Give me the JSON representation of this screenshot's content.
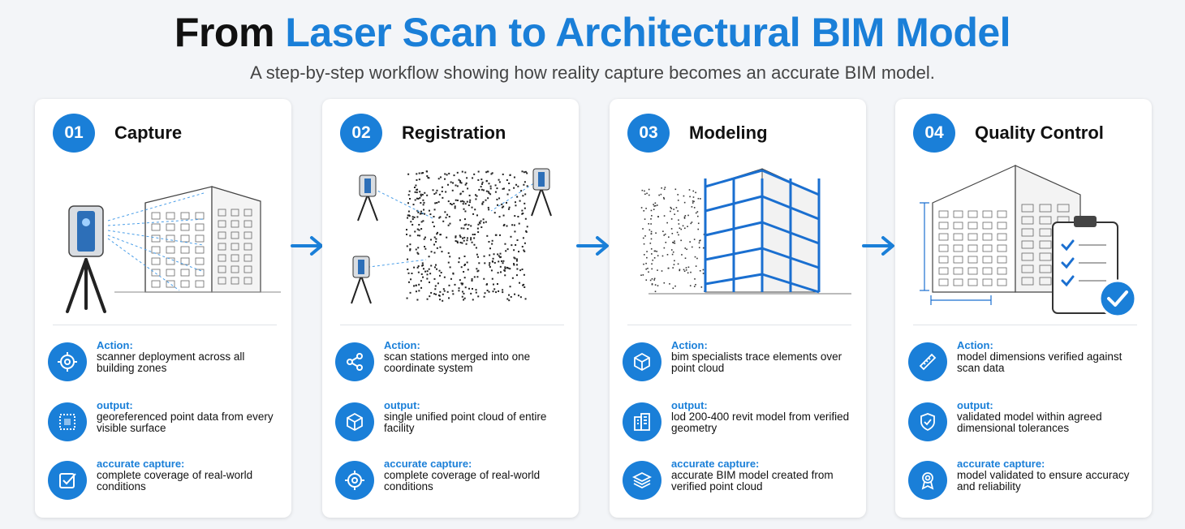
{
  "header": {
    "title_dark": "From",
    "title_blue": "Laser Scan to Architectural BIM Model",
    "subtitle": "A step-by-step workflow showing how reality capture becomes an accurate BIM model."
  },
  "colors": {
    "accent": "#1a7fd8",
    "text": "#111111",
    "background": "#f3f5f8"
  },
  "steps": [
    {
      "number": "01",
      "title": "Capture",
      "illustration": "laser-scanner-building-icon",
      "rows": [
        {
          "label": "Action:",
          "text": "scanner deployment across all building zones",
          "icon": "crosshair-target-icon"
        },
        {
          "label": "output:",
          "text": "georeferenced point data from every visible surface",
          "icon": "dotted-frame-icon"
        },
        {
          "label": "accurate capture:",
          "text": "complete coverage of real-world conditions",
          "icon": "checkbox-icon"
        }
      ]
    },
    {
      "number": "02",
      "title": "Registration",
      "illustration": "point-cloud-registration-icon",
      "rows": [
        {
          "label": "Action:",
          "text": "scan stations merged into one coordinate system",
          "icon": "share-nodes-icon"
        },
        {
          "label": "output:",
          "text": "single unified point cloud of entire facility",
          "icon": "cube-network-icon"
        },
        {
          "label": "accurate capture:",
          "text": "complete coverage of real-world conditions",
          "icon": "crosshair-target-icon"
        }
      ]
    },
    {
      "number": "03",
      "title": "Modeling",
      "illustration": "bim-frame-model-icon",
      "rows": [
        {
          "label": "Action:",
          "text": "bim specialists trace elements over point cloud",
          "icon": "cube-icon"
        },
        {
          "label": "output:",
          "text": "lod 200-400 revit model from verified geometry",
          "icon": "buildings-icon"
        },
        {
          "label": "accurate capture:",
          "text": "accurate BIM model created from verified point cloud",
          "icon": "layers-icon"
        }
      ]
    },
    {
      "number": "04",
      "title": "Quality Control",
      "illustration": "building-checklist-icon",
      "rows": [
        {
          "label": "Action:",
          "text": "model dimensions verified against scan data",
          "icon": "ruler-icon"
        },
        {
          "label": "output:",
          "text": "validated model within agreed dimensional tolerances",
          "icon": "shield-check-icon"
        },
        {
          "label": "accurate capture:",
          "text": "model validated to ensure accuracy and reliability",
          "icon": "award-badge-icon"
        }
      ]
    }
  ],
  "arrows": [
    "arrow-right-icon",
    "arrow-right-icon",
    "arrow-right-icon"
  ]
}
